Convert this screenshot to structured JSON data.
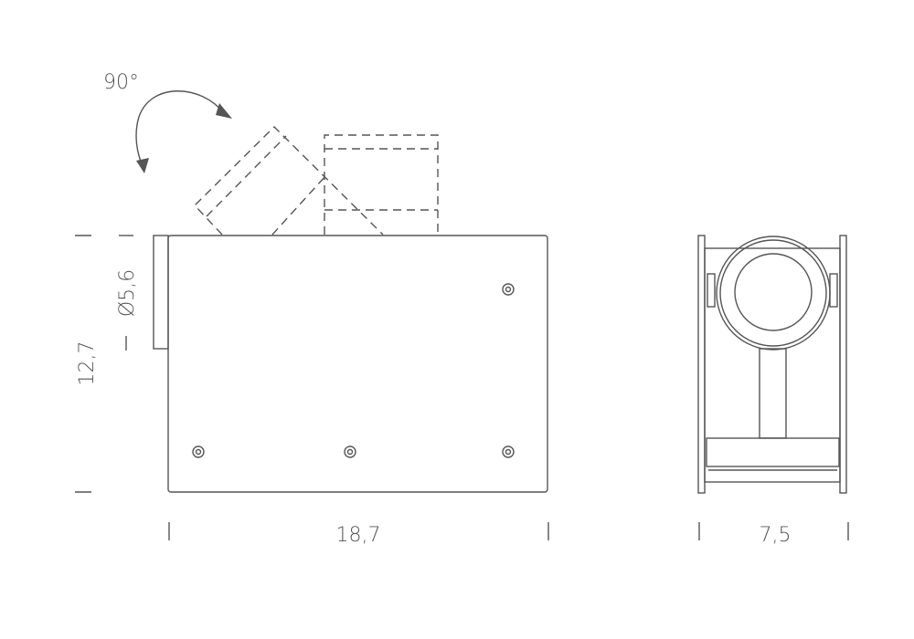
{
  "labels": {
    "rotation": "90°",
    "diameter": "Ø5,6",
    "height": "12,7",
    "width": "18,7",
    "depth": "7,5"
  },
  "colors": {
    "line": "#555555",
    "background": "#ffffff"
  }
}
